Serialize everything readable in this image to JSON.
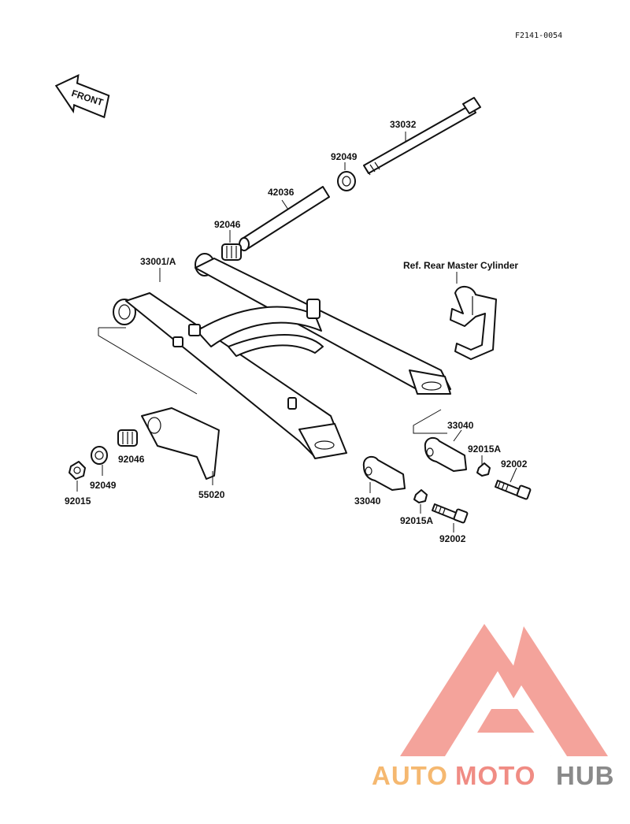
{
  "drawing_code": "F2141-0054",
  "front_arrow_label": "FRONT",
  "ref_note": "Ref. Rear Master Cylinder",
  "parts": {
    "shaft": "33032",
    "seal_top": "92049",
    "sleeve": "42036",
    "bearing_top": "92046",
    "swingarm": "33001/A",
    "chain_guard": "55020",
    "bearing_left": "92046",
    "seal_left": "92049",
    "nut_left": "92015",
    "adjuster_left": "33040",
    "adjuster_right": "33040",
    "nut_adj_left": "92015A",
    "nut_adj_right": "92015A",
    "bolt_left": "92002",
    "bolt_right": "92002"
  },
  "watermark": {
    "part1": "AUTO",
    "part2": "MOTO",
    "part3": "HUB",
    "colors": {
      "auto": "#f5b870",
      "moto": "#f08c84",
      "hub": "#8a8a8a",
      "triangle": "#f2938a"
    }
  }
}
